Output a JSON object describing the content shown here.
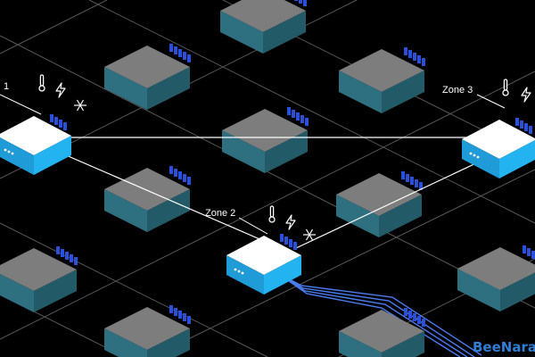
{
  "zones": {
    "zone1": {
      "label": "1"
    },
    "zone2": {
      "label": "Zone 2"
    },
    "zone3": {
      "label": "Zone 3"
    }
  },
  "icons": [
    "thermometer-icon",
    "lightning-icon",
    "snowflake-icon"
  ],
  "watermark": {
    "text": "BeeNara"
  },
  "colors": {
    "background": "#000000",
    "server_top": "#7d7d7d",
    "server_front": "#2e6f80",
    "server_side": "#235a68",
    "active_top": "#ffffff",
    "active_front": "#1f9bd8",
    "active_side": "#23b3f0",
    "connection": "#ffffff",
    "grid_line": "#5a5a5a",
    "cable": "#4a7cf0"
  }
}
